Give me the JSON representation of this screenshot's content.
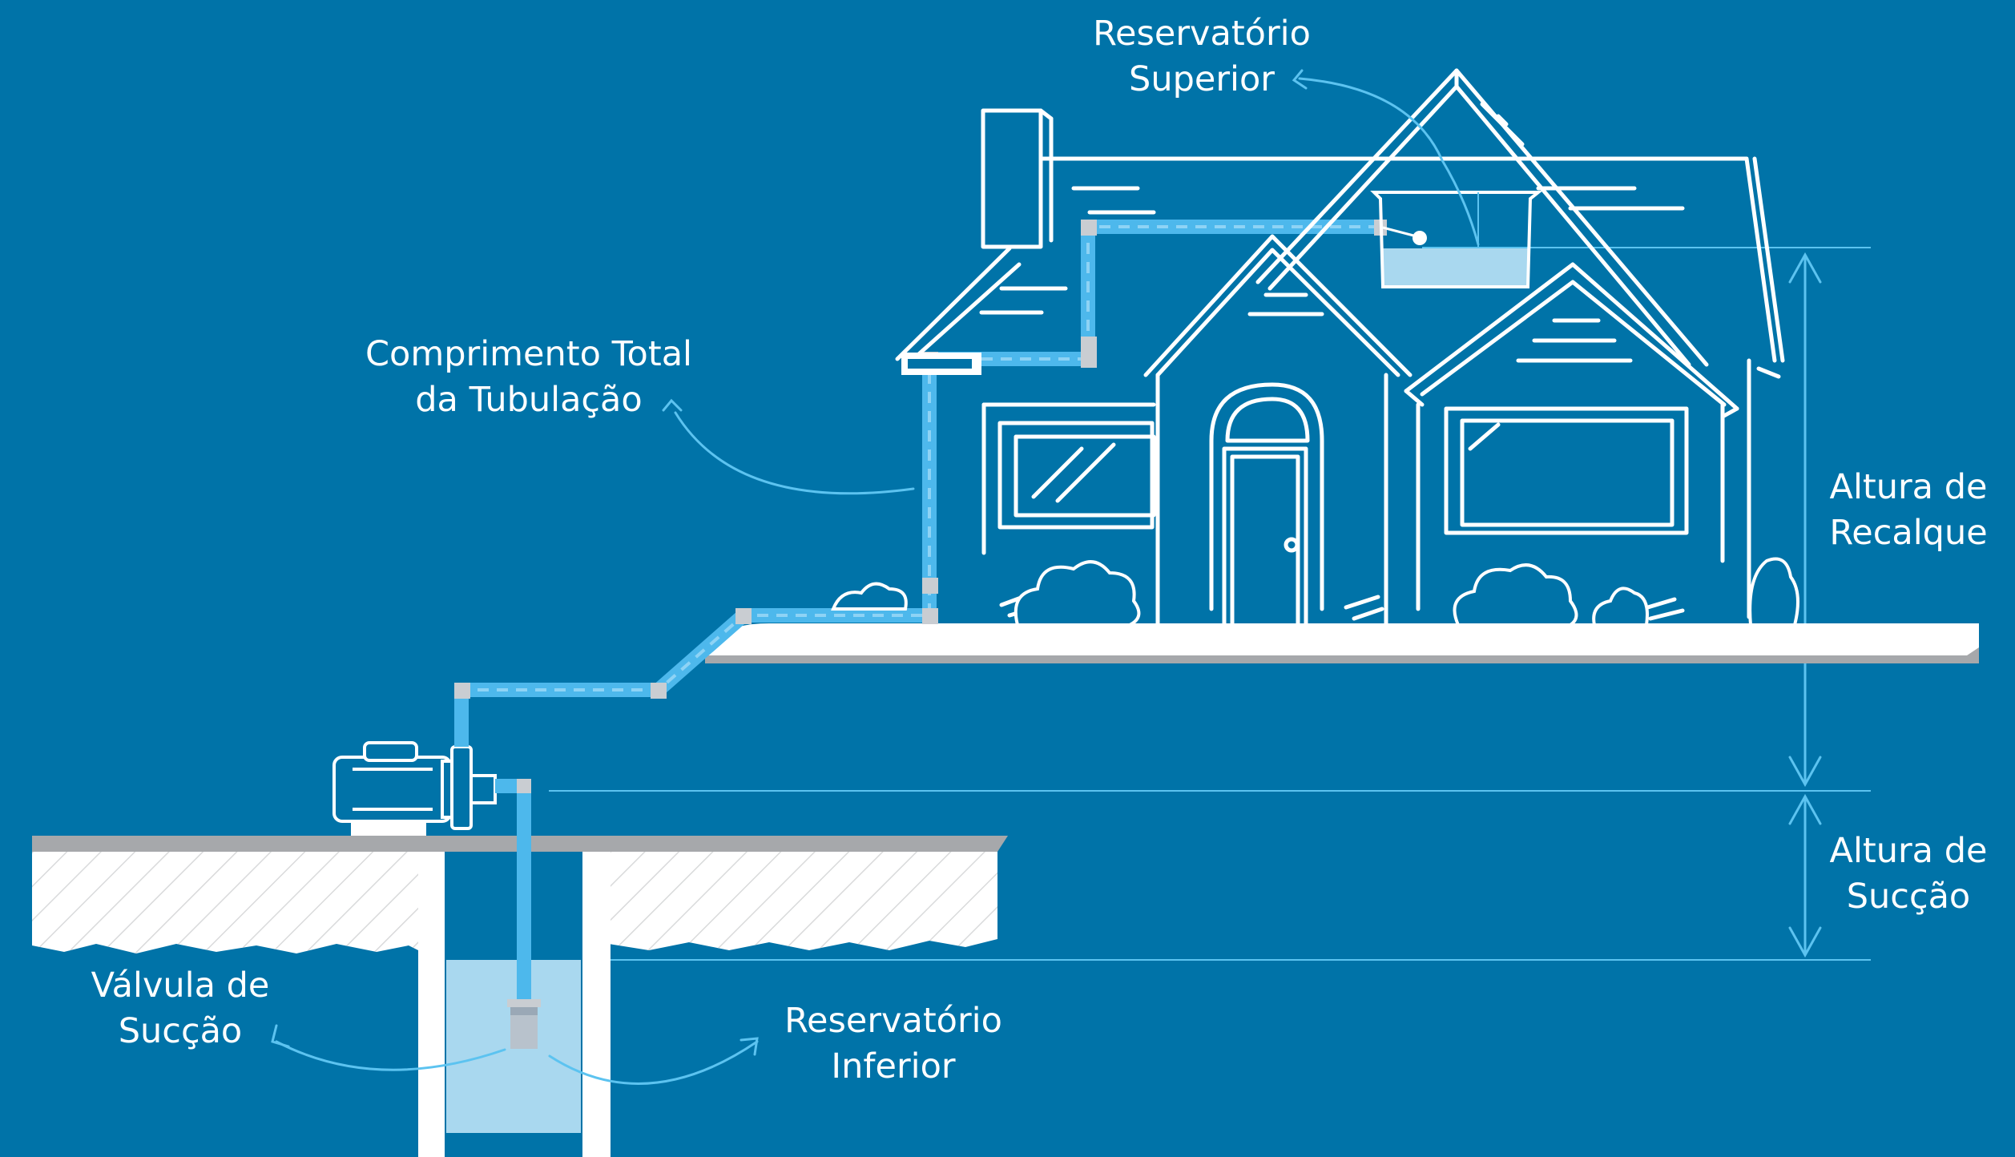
{
  "colors": {
    "background": "#0073a8",
    "line": "#ffffff",
    "pipe": "#4db8ec",
    "pipe_light": "#8ed3f5",
    "joint": "#c9cdd2",
    "water": "#a9d8ef",
    "ground": "#a6a8ab",
    "accent": "#5cc3f0"
  },
  "labels": {
    "upper_reservoir": [
      "Reservatório",
      "Superior"
    ],
    "pipe_length": [
      "Comprimento Total",
      "da Tubulação"
    ],
    "discharge_height": [
      "Altura de",
      "Recalque"
    ],
    "suction_height": [
      "Altura de",
      "Sucção"
    ],
    "suction_valve": [
      "Válvula de",
      "Sucção"
    ],
    "lower_reservoir": [
      "Reservatório",
      "Inferior"
    ]
  }
}
